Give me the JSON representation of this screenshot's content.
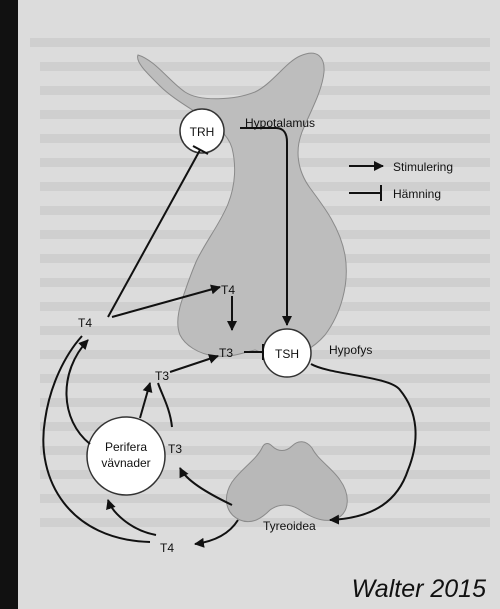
{
  "diagram": {
    "labels": {
      "hypotalamus": "Hypotalamus",
      "trh": "TRH",
      "hypofys": "Hypofys",
      "tsh": "TSH",
      "t4_upper": "T4",
      "t3_upper": "T3",
      "t4_left": "T4",
      "t3_mid": "T3",
      "perifera": "Perifera",
      "vavnader": "vävnader",
      "t3_lower": "T3",
      "tyreoidea": "Tyreoidea",
      "t4_bottom": "T4"
    },
    "legend": {
      "stimulation": "Stimulering",
      "inhibition": "Hämning"
    },
    "credit": "Walter 2015"
  },
  "colors": {
    "page_background": "#d8d8d8",
    "gland_fill": "#bcbcbc",
    "node_fill": "#ffffff",
    "ink": "#111111"
  }
}
